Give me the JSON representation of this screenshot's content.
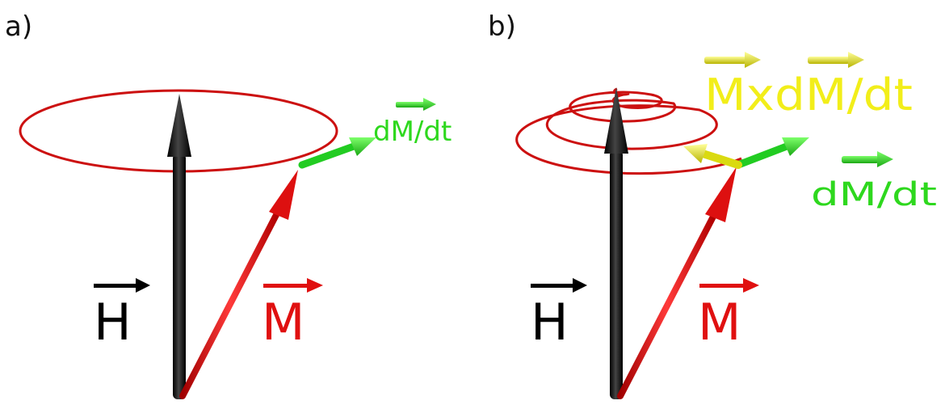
{
  "panels": [
    {
      "label": "a)",
      "field_symbol": "H",
      "magnetization_symbol": "M",
      "derivative_label": "dM/dt"
    },
    {
      "label": "b)",
      "field_symbol": "H",
      "magnetization_symbol": "M",
      "derivative_label": "dM/dt",
      "damping_label": "MxdM/dt"
    }
  ],
  "colors": {
    "field": "#000000",
    "magnetization": "#e01010",
    "precession_orbit": "#cc1010",
    "derivative": "#33dd22",
    "damping": "#eeee22"
  }
}
